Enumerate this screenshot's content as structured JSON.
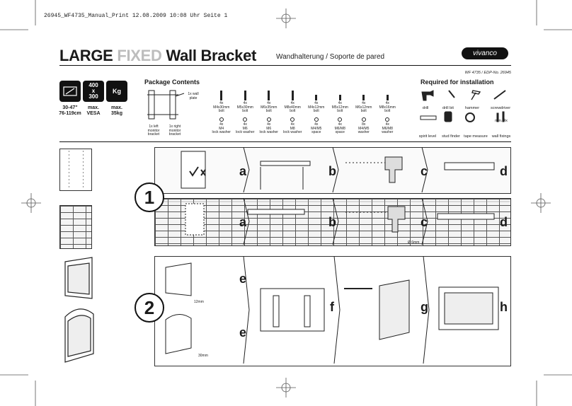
{
  "print_line": "26945_WF4735_Manual_Print  12.08.2009  10:08 Uhr  Seite 1",
  "header": {
    "title_large": "LARGE",
    "title_fixed": "FIXED",
    "title_rest": "Wall Bracket",
    "subtitle": "Wandhalterung / Soporte de pared",
    "logo": "vivanco",
    "model": "WF 4735 / EDP-No. 26945"
  },
  "specs": [
    {
      "label": "30-47\"\n76-119cm"
    },
    {
      "badge": "400\nx\n300",
      "label": "max.\nVESA"
    },
    {
      "badge": "Kg",
      "label": "max.\n35kg"
    }
  ],
  "package": {
    "title": "Package Contents",
    "wall_plate": "1x wall\nplate",
    "left_bracket": "1x left\nmonitor\nbracket",
    "right_bracket": "1x right\nmonitor\nbracket",
    "bolts": [
      "4x\nM4x30mm\nbolt",
      "4x\nM5x30mm\nbolt",
      "4x\nM6x35mm\nbolt",
      "4x\nM8x40mm\nbolt",
      "4x\nM4x12mm\nbolt",
      "4x\nM5x12mm\nbolt",
      "4x\nM6x12mm\nbolt",
      "4x\nM8x16mm\nbolt"
    ],
    "washers": [
      "4x\nM4\nlock washer",
      "4x\nM6\nlock washer",
      "4x\nM6\nlock washer",
      "4x\nM8\nlock washer",
      "4x\nM4/M5\nspace",
      "4x\nM6/M8\nspace",
      "8x\nM4/M5\nwasher",
      "4x\nM6/M8\nwasher"
    ]
  },
  "required": {
    "title": "Required for installation",
    "tools_row1": [
      "drill",
      "drill bit",
      "hammer",
      "screwdriver"
    ],
    "tools_row2": [
      "spirit level",
      "stud finder",
      "tape measure",
      "wall fixings"
    ],
    "min_note": "min. 4x"
  },
  "steps": {
    "one": "1",
    "two": "2",
    "letters_row1": [
      "a",
      "b",
      "c",
      "d"
    ],
    "letters_row2": [
      "a",
      "b",
      "c",
      "d"
    ],
    "letters_row3": [
      "e",
      "f",
      "g",
      "h"
    ],
    "letter_row4": "e",
    "drill_size": "Ø 6mm",
    "len_12": "12mm",
    "len_30": "30mm"
  }
}
